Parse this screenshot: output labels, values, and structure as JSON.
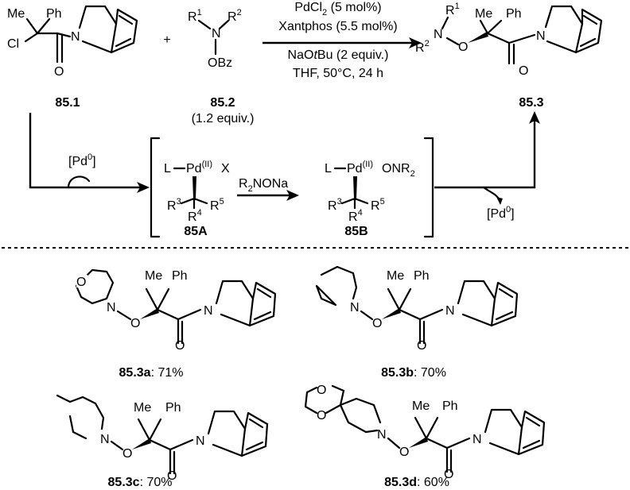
{
  "reaction": {
    "reactant1_label": "85.1",
    "reactant2_label": "85.2",
    "reactant2_equiv": "(1.2 equiv.)",
    "product_label": "85.3",
    "plus": "+",
    "conditions": {
      "catalyst": "PdCl",
      "catalyst_sub": "2",
      "catalyst_loading": " (5 mol%)",
      "ligand": "Xantphos (5.5 mol%)",
      "base_pre": "NaO",
      "base_ital": "t",
      "base_post": "Bu (2 equiv.)",
      "solvent": "THF,  50°C, 24 h"
    }
  },
  "atoms": {
    "me": "Me",
    "ph": "Ph",
    "cl": "Cl",
    "n": "N",
    "o": "O",
    "obz": "OBz",
    "r": "R",
    "r1_sup": "1",
    "r2_sup": "2"
  },
  "mechanism": {
    "pd0_pre": "[Pd",
    "pd0_sup": "0",
    "pd0_post": "]",
    "pd_ii": "(II)",
    "ligand": "L",
    "pd": "Pd",
    "x": "X",
    "onr2_pre": "ONR",
    "onr2_sub": "2",
    "reagent_pre": "R",
    "reagent_sub": "2",
    "reagent_post": "NONa",
    "r3": "3",
    "r4": "4",
    "r5": "5",
    "int_a_label": "85A",
    "int_b_label": "85B"
  },
  "examples": [
    {
      "label": "85.3a",
      "yield": ": 71%"
    },
    {
      "label": "85.3b",
      "yield": ": 70%"
    },
    {
      "label": "85.3c",
      "yield": ": 70%"
    },
    {
      "label": "85.3d",
      "yield": ": 60%"
    }
  ]
}
